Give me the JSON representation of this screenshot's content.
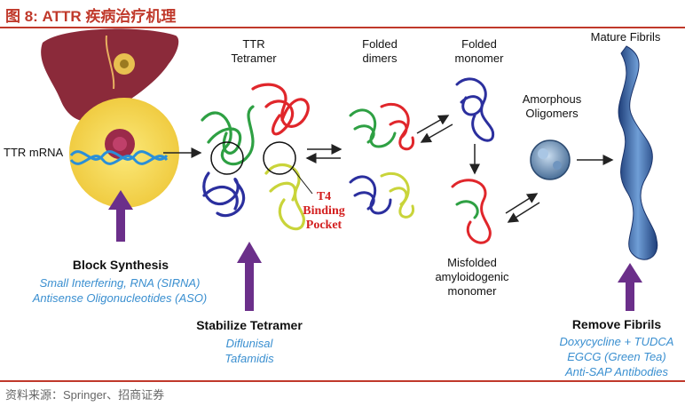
{
  "title": "图 8:  ATTR 疾病治疗机理",
  "source": "资料来源：Springer、招商证券",
  "labels": {
    "ttr_mrna": "TTR mRNA",
    "ttr_tetramer": [
      "TTR",
      "Tetramer"
    ],
    "folded_dimers": [
      "Folded",
      "dimers"
    ],
    "folded_monomer": [
      "Folded",
      "monomer"
    ],
    "mature_fibrils": "Mature Fibrils",
    "amorphous_oligomers": [
      "Amorphous",
      "Oligomers"
    ],
    "misfolded_monomer": [
      "Misfolded",
      "amyloidogenic",
      "monomer"
    ],
    "t4_pocket": [
      "T4",
      "Binding",
      "Pocket"
    ]
  },
  "interventions": {
    "block": {
      "heading": "Block Synthesis",
      "items": [
        "Small Interfering, RNA (SIRNA)",
        "Antisense Oligonucleotides (ASO)"
      ]
    },
    "stabilize": {
      "heading": "Stabilize Tetramer",
      "items": [
        "Diflunisal",
        "Tafamidis"
      ]
    },
    "remove": {
      "heading": "Remove Fibrils",
      "items": [
        "Doxycycline + TUDCA",
        "EGCG (Green Tea)",
        "Anti-SAP Antibodies"
      ]
    }
  },
  "colors": {
    "accent": "#c0392b",
    "arrow_purple": "#6b2f8a",
    "therapy_blue": "#3a8fd0",
    "pocket_red": "#d32020",
    "strand_red": "#e0262b",
    "strand_green": "#2ea043",
    "strand_blue": "#2b2f9e",
    "strand_yellow": "#c9d43a",
    "liver": "#8b2a3a",
    "cell": "#f2d24a",
    "fibril": "#3b6db0"
  }
}
